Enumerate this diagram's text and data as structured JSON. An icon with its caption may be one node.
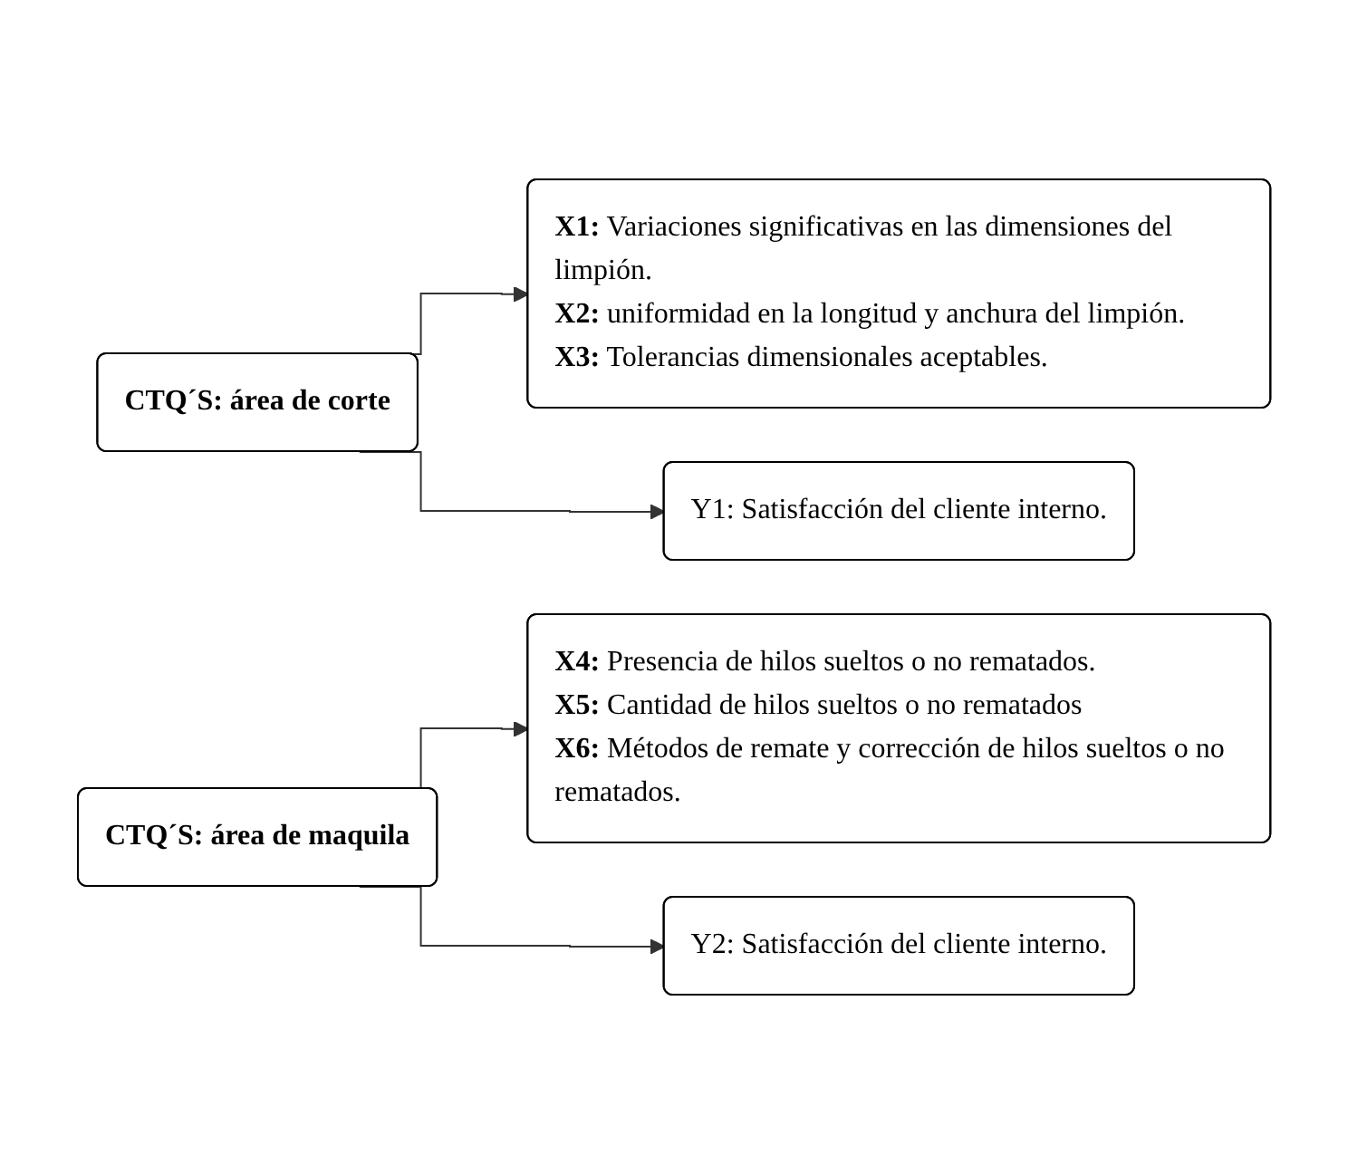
{
  "diagram": {
    "nodes": [
      {
        "text": [
          "CTQ´S: área de corte"
        ]
      },
      {
        "text": [
          "**X1:** Variaciones significativas en las dimensiones del limpión.",
          "**X2:** uniformidad en la longitud y anchura del limpión.",
          "**X3:** Tolerancias dimensionales aceptables."
        ]
      },
      {
        "text": [
          "Y1: Satisfacción del cliente interno."
        ]
      },
      {
        "text": [
          "CTQ´S: área de maquila"
        ]
      },
      {
        "text": [
          "**X4:** Presencia de hilos sueltos o no rematados.",
          "**X5:** Cantidad de hilos sueltos o no rematados",
          "**X6:** Métodos de remate y corrección de hilos sueltos o no rematados."
        ]
      },
      {
        "text": [
          "Y2: Satisfacción del cliente interno."
        ]
      }
    ],
    "edges": [
      {
        "from": 0,
        "to": 1,
        "arrow": "to"
      },
      {
        "from": 0,
        "to": 2,
        "arrow": "to"
      },
      {
        "from": 3,
        "to": 4,
        "arrow": "to"
      },
      {
        "from": 3,
        "to": 5,
        "arrow": "to"
      }
    ]
  }
}
